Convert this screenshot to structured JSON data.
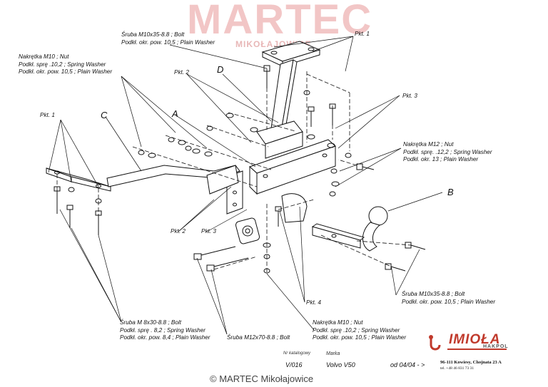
{
  "watermark": {
    "title": "MARTEC",
    "subtitle": "MIKOŁAJOWICE"
  },
  "copyright": "© MARTEC Mikołajowice",
  "parts": {
    "A": "A",
    "B": "B",
    "C": "C",
    "D": "D"
  },
  "callouts": {
    "bolt_m10x35_top": [
      "Śruba M10x35-8.8 ;  Bolt",
      "Podkł. okr. pow. 10,5 ; Plain Washer"
    ],
    "nut_m10_left": [
      "Nakrętka  M10 ; Nut",
      "Podkł. sprę .10,2 ; Spring Washer",
      "Podkł. okr. pow. 10,5 ; Plain Washer"
    ],
    "pkt1_top": "Pkt. 1",
    "pkt1_left": "Pkt. 1",
    "pkt2_top": "Pkt. 2",
    "pkt2_bottom": "Pkt. 2",
    "pkt3_right": "Pkt. 3",
    "pkt3_bottom": "Pkt. 3",
    "pkt4": "Pkt. 4",
    "nut_m12": [
      "Nakrętka M12 ; Nut",
      "Podkł. sprę. .12,2 ; Spring Washer",
      "Podkł. okr. 13 ; Plain Washer"
    ],
    "bolt_m10x35_right": [
      "Śruba M10x35-8.8 ;  Bolt",
      "Podkł. okr. pow. 10,5 ; Plain Washer"
    ],
    "bolt_m8x30": [
      "Śruba M 8x30-8.8 ;  Bolt",
      "Podkł. sprę .  8,2 ; Spring Washer",
      "Podkł. okr. pow. 8,4 ; Plain Washer"
    ],
    "bolt_m12x70": "Śruba M12x70-8.8 ;  Bolt",
    "nut_m10_bottom": [
      "Nakrętka  M10 ; Nut",
      "Podkł. sprę .10,2 ; Spring Washer",
      "Podkł. okr. pow. 10,5 ; Plain Washer"
    ]
  },
  "title_block": {
    "catalog_label": "Nr katalogowy",
    "catalog_value": "V/016",
    "make_label": "Marka",
    "make_value": "Volvo V50",
    "from_value": "od  04/04 - >",
    "brand": "IMIOŁA",
    "brand_sub": "HAKPOL",
    "address": "96-111 Kowiesy, Chojnata 23 A",
    "phone": "tel. +48 46 831 73 31"
  },
  "colors": {
    "line": "#111111",
    "watermark": "#f2c6c6",
    "brand": "#c0392b"
  }
}
